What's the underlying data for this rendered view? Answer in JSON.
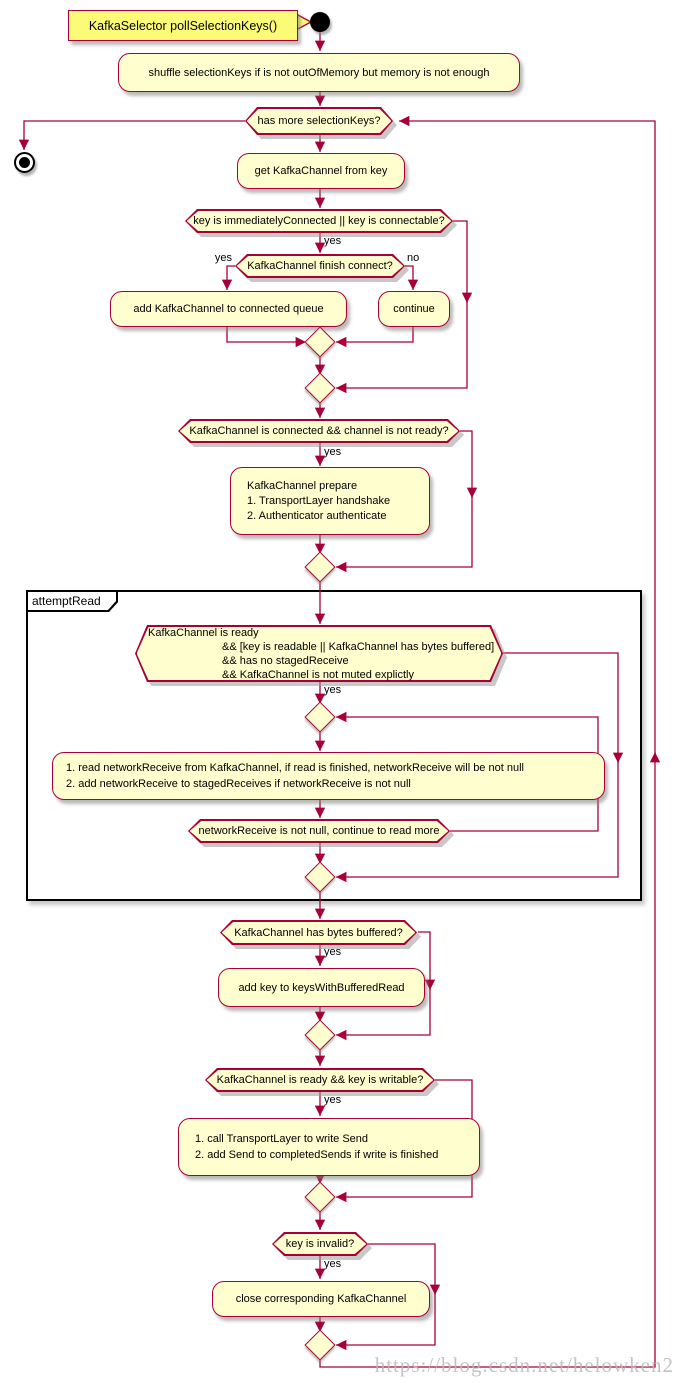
{
  "title_note": "KafkaSelector pollSelectionKeys()",
  "labels": {
    "yes": "yes",
    "no": "no"
  },
  "partition": {
    "label": "attemptRead"
  },
  "activities": {
    "shuffle": "shuffle selectionKeys if is not outOfMemory but memory is not enough",
    "get_channel": "get KafkaChannel from key",
    "add_connected_queue": "add KafkaChannel to connected queue",
    "continue": "continue",
    "prepare": {
      "line1": "KafkaChannel prepare",
      "line2": "1. TransportLayer handshake",
      "line3": "2. Authenticator authenticate"
    },
    "read": {
      "line1": "1. read networkReceive from KafkaChannel, if read is finished, networkReceive will be not null",
      "line2": "2. add networkReceive to stagedReceives if networkReceive is not null"
    },
    "add_buffered_read": "add key to keysWithBufferedRead",
    "write": {
      "line1": "1. call TransportLayer to write Send",
      "line2": "2. add Send to completedSends if write is finished"
    },
    "close_channel": "close corresponding KafkaChannel"
  },
  "decisions": {
    "has_more_keys": "has more selectionKeys?",
    "connectable": "key is immediatelyConnected || key is connectable?",
    "finish_connect": "KafkaChannel finish connect?",
    "connected_not_ready": "KafkaChannel is connected && channel is not ready?",
    "ready_check": {
      "line1": "KafkaChannel is ready",
      "line2": "&& [key is readable || KafkaChannel has bytes buffered]",
      "line3": "&& has no stagedReceive",
      "line4": "&& KafkaChannel is not muted explictly"
    },
    "read_more": "networkReceive is not null, continue to read more",
    "bytes_buffered": "KafkaChannel has bytes buffered?",
    "ready_writable": "KafkaChannel is ready && key is writable?",
    "key_invalid": "key is invalid?"
  },
  "watermark": "https://blog.csdn.net/helowken2",
  "colors": {
    "node_fill": "#FEFECE",
    "node_border": "#A80036",
    "note_fill": "#FBFB77",
    "arrow": "#A80036",
    "partition_border": "#000000",
    "watermark_text": "#C9C9C9"
  }
}
